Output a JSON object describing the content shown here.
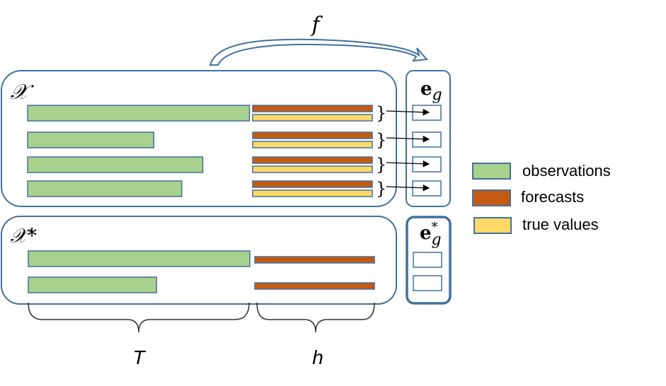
{
  "function_label": "f",
  "train_set": {
    "label": "𝒳",
    "bars": [
      {
        "observations": 0.95,
        "brace": "}"
      },
      {
        "observations": 0.54,
        "brace": "}"
      },
      {
        "observations": 0.75,
        "brace": "}"
      },
      {
        "observations": 0.66,
        "brace": "}"
      }
    ]
  },
  "test_set": {
    "label": "𝒳*",
    "bars": [
      {
        "observations": 0.95
      },
      {
        "observations": 0.55
      }
    ]
  },
  "eg": {
    "base": "e",
    "sub": "g"
  },
  "eg_star": {
    "base": "e",
    "sub": "g",
    "sup": "*"
  },
  "axis": {
    "T": "T",
    "h": "h"
  },
  "legend": [
    {
      "label": "observations",
      "color": "#a9d18e"
    },
    {
      "label": "forecasts",
      "color": "#c55a11"
    },
    {
      "label": "true values",
      "color": "#ffd966"
    }
  ],
  "colors": {
    "outline": "#41719c",
    "observations": "#a9d18e",
    "forecasts": "#c55a11",
    "true_values": "#ffd966"
  }
}
